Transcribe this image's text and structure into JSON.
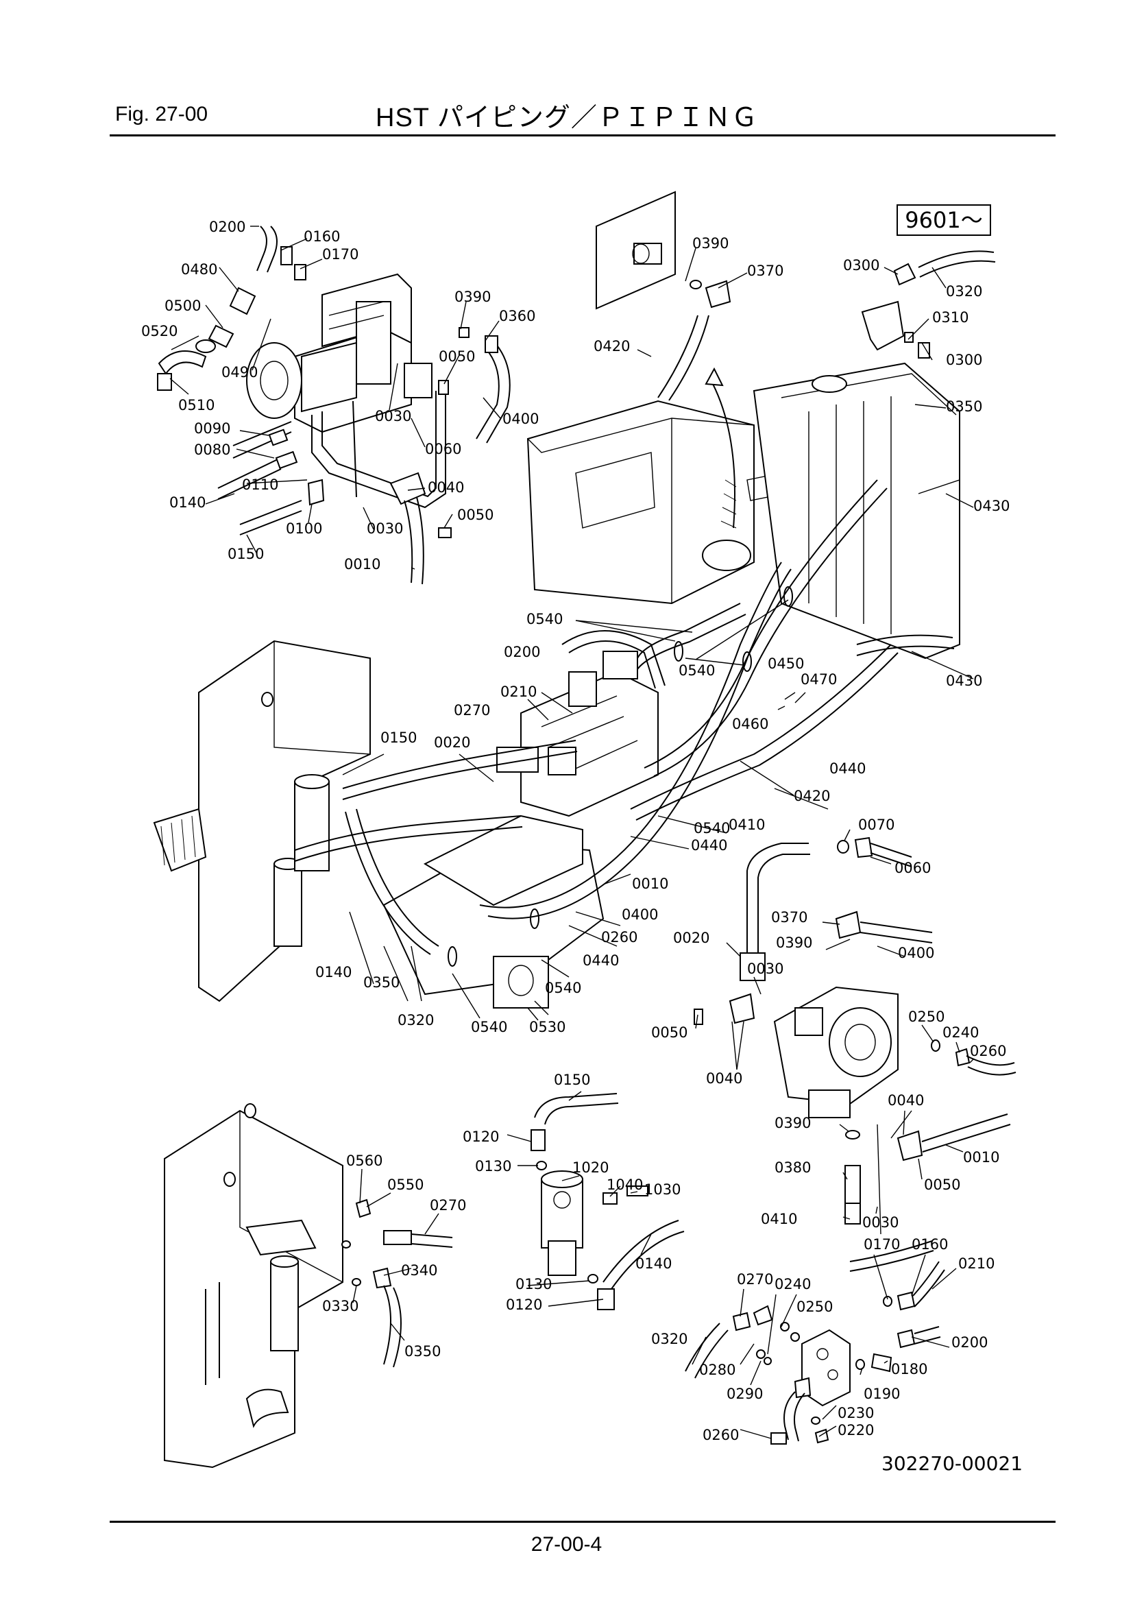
{
  "header": {
    "figure": "Fig. 27-00",
    "title": "HST パイピング／ＰＩＰＩＮＧ"
  },
  "serial_from": "9601～",
  "drawing_id": "302270-00021",
  "page_number": "27-00-4",
  "callouts": [
    "0200",
    "0160",
    "0170",
    "0480",
    "0500",
    "0520",
    "0490",
    "0510",
    "0090",
    "0080",
    "0140",
    "0110",
    "0100",
    "0150",
    "0390",
    "0360",
    "0050",
    "0030",
    "0060",
    "0400",
    "0040",
    "0050",
    "0030",
    "0010",
    "0390",
    "0370",
    "0420",
    "0300",
    "0320",
    "0310",
    "0300",
    "0350",
    "0430",
    "0540",
    "0200",
    "0540",
    "0450",
    "0470",
    "0460",
    "0430",
    "0270",
    "0210",
    "0150",
    "0020",
    "0440",
    "0420",
    "0410",
    "0440",
    "0010",
    "0400",
    "0260",
    "0440",
    "0540",
    "0540",
    "0530",
    "0140",
    "0350",
    "0320",
    "0540",
    "0070",
    "0060",
    "0370",
    "0390",
    "0400",
    "0020",
    "0030",
    "0050",
    "0250",
    "0240",
    "0260",
    "0040",
    "0040",
    "0390",
    "0010",
    "0380",
    "0030",
    "0050",
    "0410",
    "0150",
    "0120",
    "1020",
    "0130",
    "1040",
    "1030",
    "0130",
    "0140",
    "0120",
    "0560",
    "0550",
    "0270",
    "0340",
    "0330",
    "0350",
    "0170",
    "0160",
    "0210",
    "0270",
    "0240",
    "0250",
    "0200",
    "0320",
    "0180",
    "0280",
    "0290",
    "0190",
    "0230",
    "0220",
    "0260"
  ]
}
